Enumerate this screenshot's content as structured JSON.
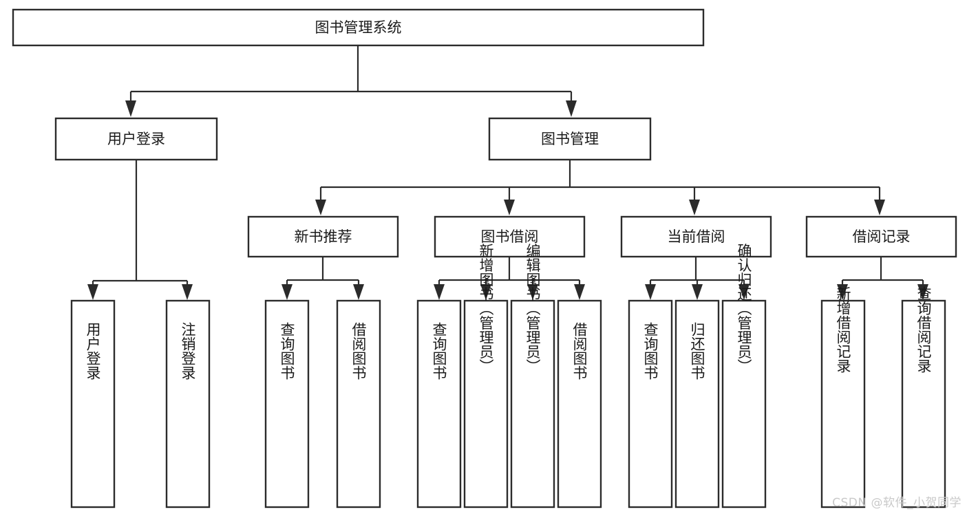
{
  "diagram": {
    "type": "tree-hierarchy",
    "title": "图书管理系统",
    "root": {
      "id": "root",
      "label": "图书管理系统",
      "orientation": "horizontal"
    },
    "level2": [
      {
        "id": "user-login",
        "label": "用户登录",
        "orientation": "horizontal"
      },
      {
        "id": "book-management",
        "label": "图书管理",
        "orientation": "horizontal"
      }
    ],
    "level3": [
      {
        "id": "new-book-recommend",
        "label": "新书推荐",
        "orientation": "horizontal",
        "parent": "book-management"
      },
      {
        "id": "book-borrow",
        "label": "图书借阅",
        "orientation": "horizontal",
        "parent": "book-management"
      },
      {
        "id": "current-borrow",
        "label": "当前借阅",
        "orientation": "horizontal",
        "parent": "book-management"
      },
      {
        "id": "borrow-record",
        "label": "借阅记录",
        "orientation": "horizontal",
        "parent": "book-management"
      }
    ],
    "leaves": [
      {
        "id": "leaf-user-login",
        "label": "用户登录",
        "orientation": "vertical",
        "parent": "user-login"
      },
      {
        "id": "leaf-user-logout",
        "label": "注销登录",
        "orientation": "vertical",
        "parent": "user-login"
      },
      {
        "id": "leaf-query-book-1",
        "label": "查询图书",
        "orientation": "vertical",
        "parent": "new-book-recommend"
      },
      {
        "id": "leaf-borrow-book-1",
        "label": "借阅图书",
        "orientation": "vertical",
        "parent": "new-book-recommend"
      },
      {
        "id": "leaf-query-book-2",
        "label": "查询图书",
        "orientation": "vertical",
        "parent": "book-borrow"
      },
      {
        "id": "leaf-add-book",
        "label": "新增图书（管理员）",
        "orientation": "vertical",
        "parent": "book-borrow"
      },
      {
        "id": "leaf-edit-book",
        "label": "编辑图书（管理员）",
        "orientation": "vertical",
        "parent": "book-borrow"
      },
      {
        "id": "leaf-borrow-book-2",
        "label": "借阅图书",
        "orientation": "vertical",
        "parent": "book-borrow"
      },
      {
        "id": "leaf-query-book-3",
        "label": "查询图书",
        "orientation": "vertical",
        "parent": "current-borrow"
      },
      {
        "id": "leaf-return-book",
        "label": "归还图书",
        "orientation": "vertical",
        "parent": "current-borrow"
      },
      {
        "id": "leaf-confirm-return",
        "label": "确认归还（管理员）",
        "orientation": "vertical",
        "parent": "current-borrow"
      },
      {
        "id": "leaf-add-record",
        "label": "新增借阅记录",
        "orientation": "vertical",
        "parent": "borrow-record"
      },
      {
        "id": "leaf-query-record",
        "label": "查询借阅记录",
        "orientation": "vertical",
        "parent": "borrow-record"
      }
    ]
  },
  "watermark": {
    "text": "CSDN @软件_小贺同学"
  },
  "colors": {
    "box_stroke": "#2b2b2b",
    "box_fill": "#ffffff",
    "text": "#1a1a1a",
    "connector": "#2b2b2b",
    "watermark": "#c9c9c9",
    "background": "#ffffff"
  }
}
